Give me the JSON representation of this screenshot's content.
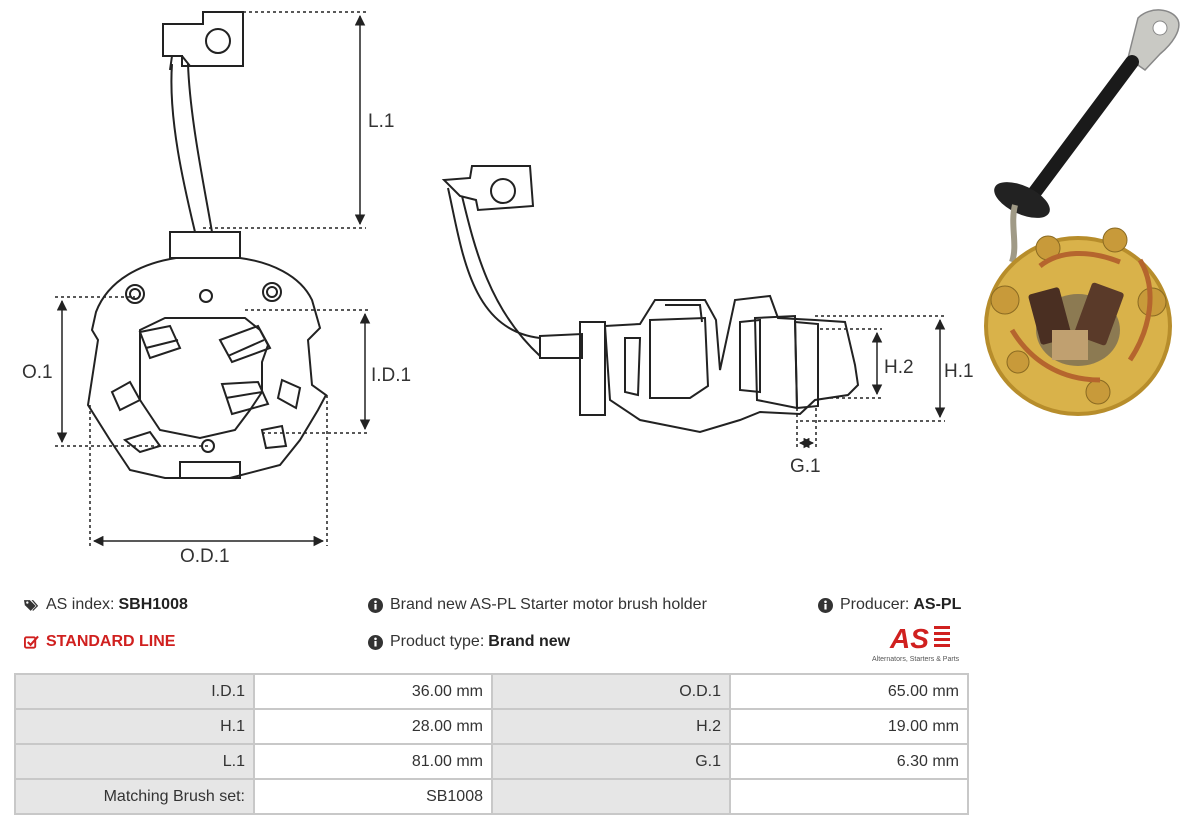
{
  "drawing": {
    "labels": {
      "l1": "L.1",
      "o1": "O.1",
      "id1": "I.D.1",
      "od1": "O.D.1",
      "h2": "H.2",
      "h1": "H.1",
      "g1": "G.1"
    }
  },
  "info": {
    "as_index_label": "AS index:",
    "as_index_value": "SBH1008",
    "standard_line": "STANDARD LINE",
    "description": "Brand new AS-PL Starter motor brush holder",
    "product_type_label": "Product type:",
    "product_type_value": "Brand new",
    "producer_label": "Producer:",
    "producer_value": "AS-PL"
  },
  "logo": {
    "mark": "AS",
    "tagline": "Alternators, Starters & Parts",
    "color": "#d0201f"
  },
  "specs": {
    "rows": [
      {
        "k1": "I.D.1",
        "v1": "36.00 mm",
        "k2": "O.D.1",
        "v2": "65.00 mm"
      },
      {
        "k1": "H.1",
        "v1": "28.00 mm",
        "k2": "H.2",
        "v2": "19.00 mm"
      },
      {
        "k1": "L.1",
        "v1": "81.00 mm",
        "k2": "G.1",
        "v2": "6.30 mm"
      },
      {
        "k1": "Matching Brush set:",
        "v1": "SB1008",
        "k2": "",
        "v2": ""
      }
    ]
  },
  "icons": {
    "tags": "tags-icon",
    "check": "check-square-icon",
    "info": "info-circle-icon"
  }
}
